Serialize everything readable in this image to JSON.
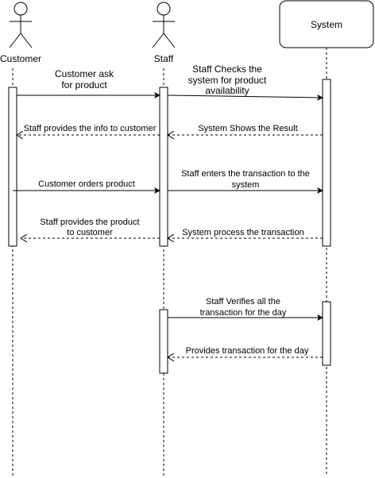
{
  "participants": {
    "customer": "Customer",
    "staff": "Staff",
    "system": "System"
  },
  "messages": {
    "m1": [
      "Customer ask",
      "for product"
    ],
    "m2": [
      "Staff Checks the",
      "system for product",
      "availability"
    ],
    "m3": [
      "Staff provides the info to customer"
    ],
    "m4": [
      "System Shows the Result"
    ],
    "m5": [
      "Customer orders product"
    ],
    "m6": [
      "Staff enters the transaction to the",
      "system"
    ],
    "m7": [
      "Staff provides the product",
      "to customer"
    ],
    "m8": [
      "System process the transaction"
    ],
    "m9": [
      "Staff Verifies all the",
      "transaction for the day"
    ],
    "m10": [
      "Provides transaction for the day"
    ]
  }
}
